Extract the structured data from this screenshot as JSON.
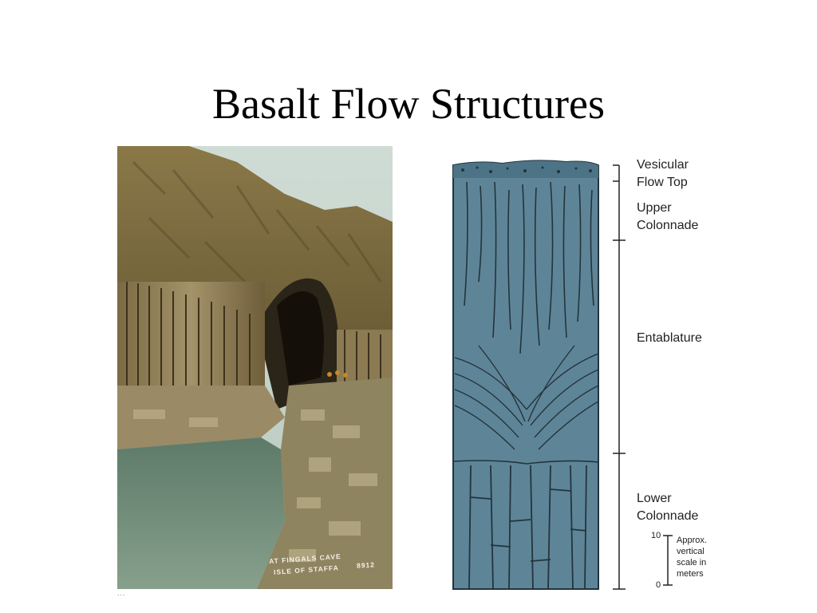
{
  "slide": {
    "title": "Basalt Flow Structures"
  },
  "photo": {
    "caption_line1": "AT FINGALS CAVE",
    "caption_line2": "ISLE OF STAFFA",
    "caption_suffix": "8912",
    "bottom_caption": "...",
    "colors": {
      "sky": "#c9d9d2",
      "rock": "#8c7a48",
      "water": "#6f8a75",
      "shadow": "#2a2418"
    }
  },
  "diagram": {
    "fill_color": "#5e8597",
    "line_color": "#23343d",
    "zones": [
      {
        "label": "Vesicular Flow Top"
      },
      {
        "label": "Upper Colonnade"
      },
      {
        "label": "Entablature"
      },
      {
        "label": "Lower Colonnade"
      }
    ],
    "label_lines": {
      "vesicular_1": "Vesicular",
      "vesicular_2": "Flow Top",
      "upper_1": "Upper",
      "upper_2": "Colonnade",
      "entablature": "Entablature",
      "lower_1": "Lower",
      "lower_2": "Colonnade"
    },
    "scale": {
      "top_value": "10",
      "bottom_value": "0",
      "line1": "Approx.",
      "line2": "vertical",
      "line3": "scale in",
      "line4": "meters"
    }
  }
}
